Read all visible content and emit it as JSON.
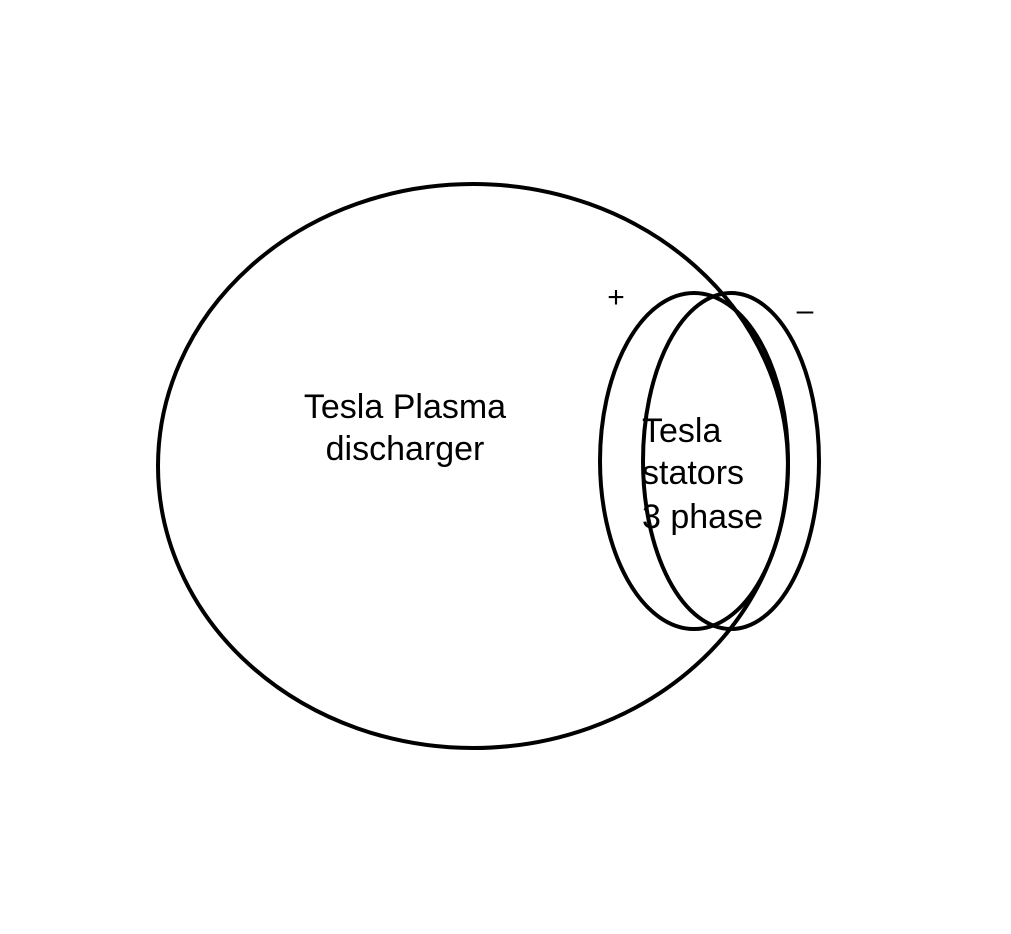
{
  "diagram": {
    "discharger": {
      "line1": "Tesla Plasma",
      "line2": "discharger"
    },
    "stators": {
      "line1": "Tesla",
      "line2": "stators",
      "line3": "3 phase"
    },
    "plus_sign": "+",
    "minus_sign": "–"
  },
  "colors": {
    "stroke": "#000000",
    "text": "#000000",
    "background": "#ffffff"
  }
}
